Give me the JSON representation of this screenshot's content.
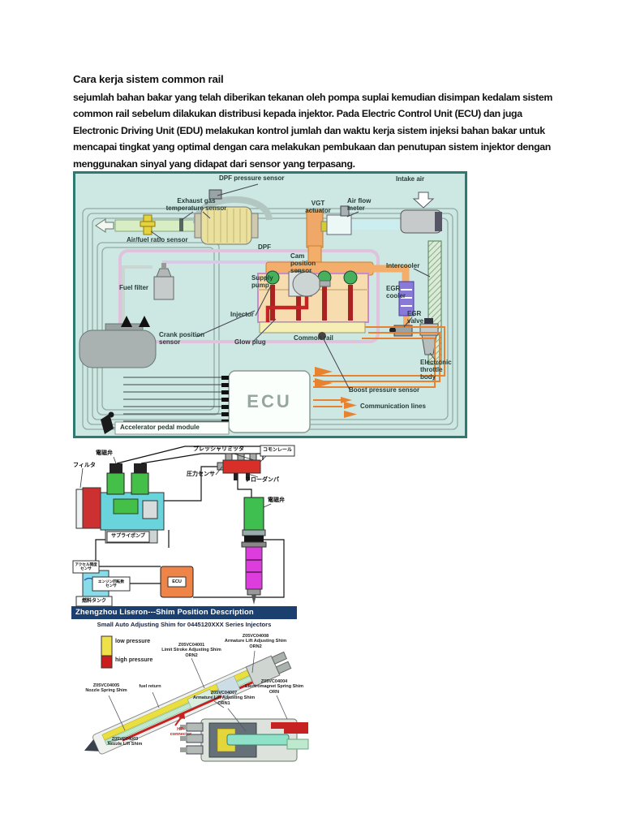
{
  "doc": {
    "title": "Cara kerja sistem common rail",
    "body": "sejumlah bahan bakar yang telah diberikan tekanan oleh pompa suplai kemudian disimpan kedalam sistem common rail sebelum dilakukan distribusi kepada injektor. Pada Electric Control Unit (ECU) dan juga Electronic Driving Unit (EDU) melakukan kontrol jumlah dan waktu kerja sistem injeksi bahan bakar untuk mencapai tingkat yang optimal dengan cara melakukan pembukaan dan penutupan sistem injektor dengan menggunakan sinyal yang didapat dari sensor yang terpasang."
  },
  "colors": {
    "figure_bg": "#cde7e2",
    "figure_border": "#2d7a71",
    "banner_bg": "#1b3f6e",
    "low_pressure": "#efe14a",
    "high_pressure": "#cc1d1d",
    "signal_orange": "#e8822e",
    "fuel_red": "#c42424"
  },
  "d1": {
    "labels": {
      "dpf_pressure_sensor": "DPF pressure sensor",
      "intake_air": "Intake air",
      "exhaust_gas_temperature_sensor": "Exhaust gas\ntemperature sensor",
      "vgt_actuator": "VGT\nactuator",
      "air_flow_meter": "Air flow\nmeter",
      "air_fuel_ratio_sensor": "Air/fuel ratio sensor",
      "dpf": "DPF",
      "cam_position_sensor": "Cam\nposition\nsensor",
      "intercooler": "Intercooler",
      "fuel_filter": "Fuel filter",
      "supply_pump": "Supply\npump",
      "egr_cooler": "EGR\ncooler",
      "injector": "Injector",
      "egr_valve": "EGR\nvalve",
      "crank_position_sensor": "Crank position\nsensor",
      "glow_plug": "Glow plug",
      "common_rail": "Common rail",
      "electronic_throttle_body": "Electronic\nthrottle\nbody",
      "boost_pressure_sensor": "Boost pressure sensor",
      "ecu": "ECU",
      "communication_lines": "Communication lines",
      "accelerator_pedal_module": "Accelerator pedal module"
    }
  },
  "d2": {
    "labels": {
      "solenoid_valve_top": "電磁弁",
      "filter": "フィルタ",
      "pressure_limiter": "プレッシャリミッタ",
      "common_rail": "コモンレール",
      "pressure_sensor": "圧力センサ",
      "flow_damper": "フローダンパ",
      "solenoid_valve_injector": "電磁弁",
      "supply_pump": "サプライポンプ",
      "fuel_tank": "燃料タンク",
      "accel_input": "アクセル開度\nセンサ",
      "engine_speed_input": "エンジン回転数\nセンサ",
      "ecu": "ECU"
    }
  },
  "d3": {
    "banner": "Zhengzhou Liseron---Shim Position Description",
    "subtitle": "Small Auto Adjusting Shim for 0445120XXX Series Injectors",
    "labels": {
      "legend_low": "low pressure",
      "legend_high": "high pressure",
      "shim_limit_stroke": "Z05VC04001\nLimit Stroke Adjusting Shim\nORN2",
      "shim_armature_top": "Z05VC04008\nArmature Lift Adjusting Shim\nORN2",
      "shim_nozzle_spring": "Z05VC04005\nNozzle Spring Shim",
      "fuel_return": "fuel return",
      "shim_electromagnet": "Z05VC04004\nElectromagnet Spring Shim\nORN",
      "shim_armature_mid": "Z05VC04007\nArmature Lift Adjusting Shim\nORN1",
      "hp_connector": "HP-\nconnector",
      "shim_nozzle_lift": "Z05VC04003\nNozzle Lift Shim"
    }
  }
}
